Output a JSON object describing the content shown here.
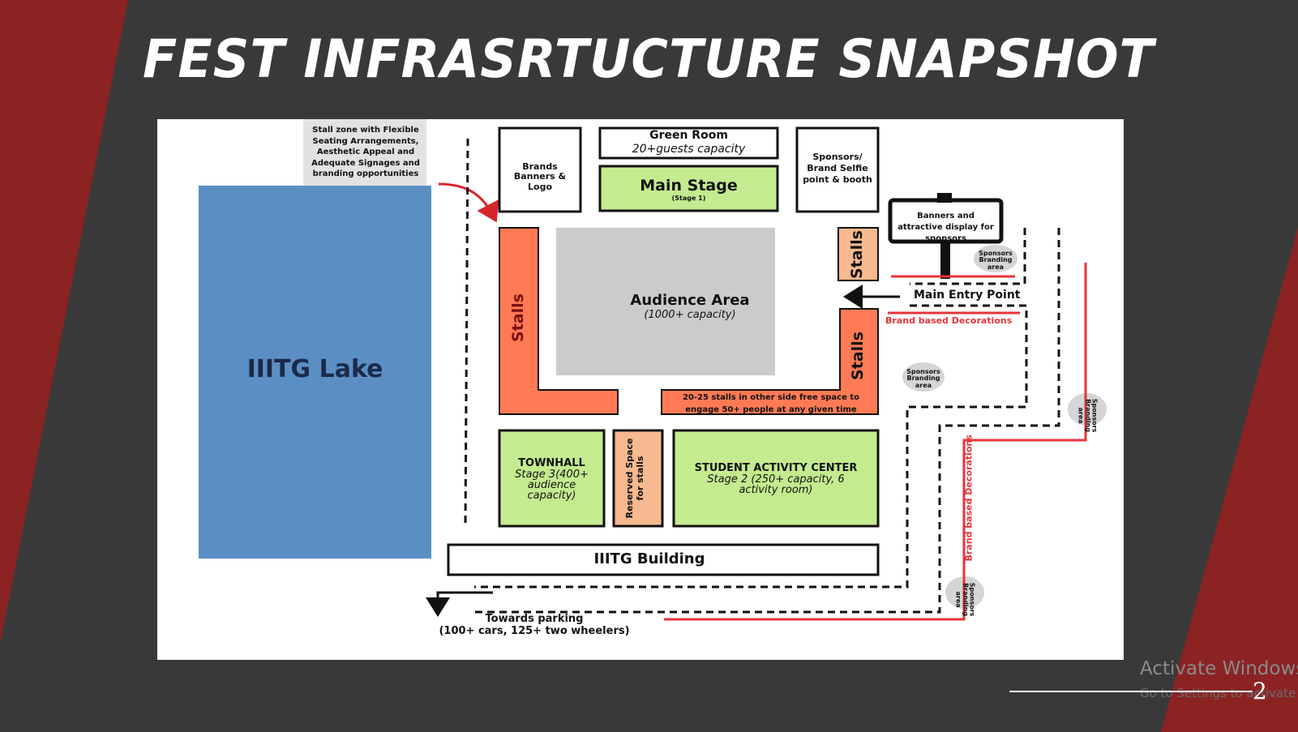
{
  "slide": {
    "title": "FEST INFRASRTUCTURE SNAPSHOT",
    "page_number": "2",
    "watermark_line1": "Activate Windows",
    "watermark_line2": "Go to Settings to activate"
  },
  "colors": {
    "background": "#3a3939",
    "accent_red": "#8b2323",
    "stage_green": "#c4eb8f",
    "stall_orange": "#ff7a55",
    "reserved_peach": "#f7b98f",
    "lake_blue": "#5b8fc4",
    "audience_gray": "#cbcbcb",
    "decoration_red": "#e8343a"
  },
  "map": {
    "callout": "Stall zone with Flexible Seating Arrangements, Aesthetic Appeal and Adequate Signages and branding opportunities",
    "lake": "IIITG Lake",
    "brands_banners": "Brands Banners & Logo",
    "green_room_title": "Green Room",
    "green_room_capacity": "20+guests capacity",
    "main_stage_title": "Main Stage",
    "main_stage_sub": "(Stage 1)",
    "sponsors_booth": "Sponsors/ Brand Selfie point & booth",
    "banners_sign": "Banners and attractive display for sponsors",
    "stalls_left": "Stalls",
    "stalls_right_top": "Stalls",
    "stalls_right": "Stalls",
    "audience_title": "Audience Area",
    "audience_capacity": "(1000+ capacity)",
    "stalls_note": "20-25 stalls in other side free space to engage 50+ people at any given time",
    "main_entry": "Main Entry Point",
    "brand_decor_horizontal": "Brand based Decorations",
    "brand_decor_vertical": "Brand based Decorations",
    "sponsors_branding_1": "Sponsors Branding area",
    "sponsors_branding_2": "Sponsors Branding area",
    "sponsors_branding_3": "Sponsors Branding area",
    "sponsors_branding_4": "Sponsors Branding area",
    "townhall_title": "TOWNHALL",
    "townhall_sub": "Stage 3(400+ audience capacity)",
    "reserved_space": "Reserved Space for stalls",
    "sac_title": "STUDENT ACTIVITY CENTER",
    "sac_sub": "Stage 2 (250+ capacity, 6 activity room)",
    "building": "IIITG Building",
    "parking_line1": "Towards parking",
    "parking_line2": "(100+ cars, 125+ two wheelers)"
  }
}
